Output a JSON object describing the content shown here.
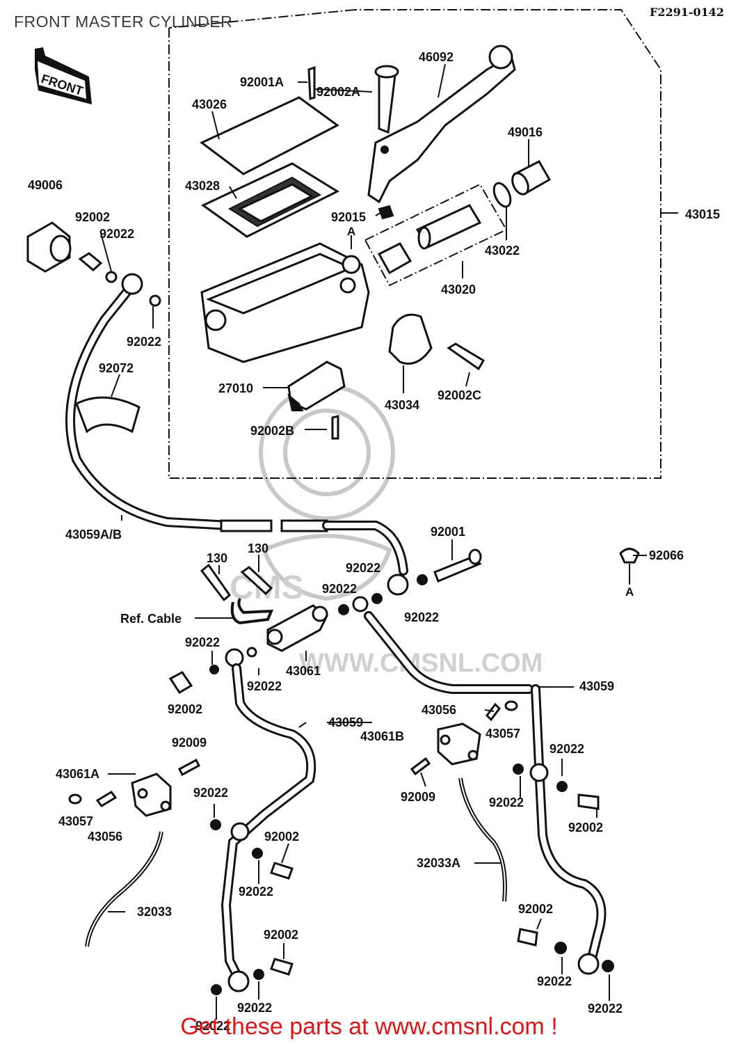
{
  "header": {
    "title": "FRONT MASTER CYLINDER",
    "code": "F2291-0142"
  },
  "front_tag": "FRONT",
  "watermark": "WWW.CMSNL.COM",
  "footer": "Get these parts at www.cmsnl.com !",
  "labels": {
    "p92001A": "92001A",
    "p92002A": "92002A",
    "p46092": "46092",
    "p43026": "43026",
    "p49016": "49016",
    "p49006": "49006",
    "p43028": "43028",
    "p43015": "43015",
    "p92002_top": "92002",
    "p92022_top": "92022",
    "p92015": "92015",
    "markA": "A",
    "p43022": "43022",
    "p43020": "43020",
    "p92022_left": "92022",
    "p92072": "92072",
    "p27010": "27010",
    "p43034": "43034",
    "p92002C": "92002C",
    "p92002B": "92002B",
    "p43059AB": "43059A/B",
    "p92001": "92001",
    "p92066": "92066",
    "markA2": "A",
    "p130a": "130",
    "p130b": "130",
    "p92022_m1": "92022",
    "p92022_m2": "92022",
    "p92022_m3": "92022",
    "refcable": "Ref. Cable",
    "p92022_m4": "92022",
    "p43061": "43061",
    "p92022_m5": "92022",
    "p92002_m": "92002",
    "p43059_r": "43059",
    "p43056_r": "43056",
    "p43059_m": "43059",
    "p43061B": "43061B",
    "p43057_r": "43057",
    "p92009_l": "92009",
    "p92022_r1": "92022",
    "p43061A": "43061A",
    "p92009_m": "92009",
    "p92022_r2": "92022",
    "p92022_l2": "92022",
    "p43057_l": "43057",
    "p43056_l": "43056",
    "p92002_r": "92002",
    "p92002_b1": "92002",
    "p32033A": "32033A",
    "p92022_b1": "92022",
    "p32033": "32033",
    "p92002_b2": "92002",
    "p92002_b3": "92002",
    "p92022_b2": "92022",
    "p92022_b3": "92022",
    "p92022_b4": "92022",
    "p92022_b5": "92022"
  }
}
